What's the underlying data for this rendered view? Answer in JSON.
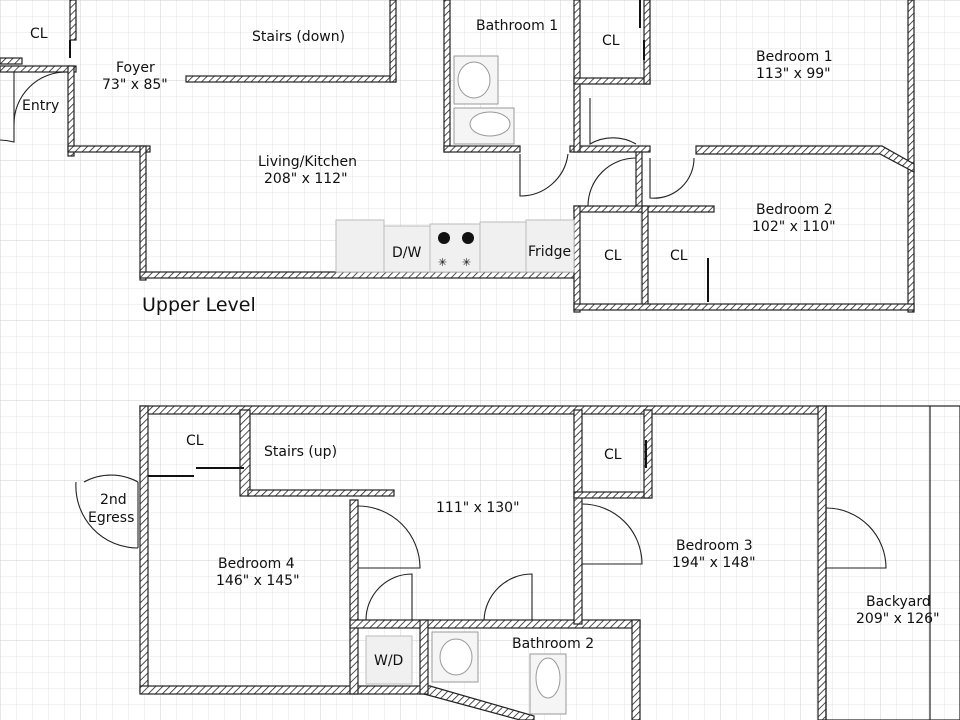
{
  "labels": {
    "cl_upper_left": "CL",
    "foyer": "Foyer",
    "foyer_dim": "73\" x 85\"",
    "entry": "Entry",
    "stairs_down": "Stairs (down)",
    "living_kitchen": "Living/Kitchen",
    "living_kitchen_dim": "208\" x 112\"",
    "dw": "D/W",
    "fridge": "Fridge",
    "bathroom1": "Bathroom 1",
    "cl_bath1": "CL",
    "bedroom1": "Bedroom 1",
    "bedroom1_dim": "113\" x 99\"",
    "bedroom2": "Bedroom 2",
    "bedroom2_dim": "102\" x 110\"",
    "cl_bed2_left": "CL",
    "cl_bed2_right": "CL",
    "upper_level": "Upper Level",
    "cl_lower_left": "CL",
    "stairs_up": "Stairs (up)",
    "egress_line1": "2nd",
    "egress_line2": "Egress",
    "bedroom4": "Bedroom 4",
    "bedroom4_dim": "146\" x 145\"",
    "hall_dim": "111\" x 130\"",
    "cl_bed3": "CL",
    "bedroom3": "Bedroom 3",
    "bedroom3_dim": "194\" x 148\"",
    "backyard": "Backyard",
    "backyard_dim": "209\" x 126\"",
    "wd": "W/D",
    "bathroom2": "Bathroom 2"
  },
  "colors": {
    "wall_outline": "#222222",
    "grid_minor": "#e6e6e6",
    "grid_major": "#cccccc"
  }
}
